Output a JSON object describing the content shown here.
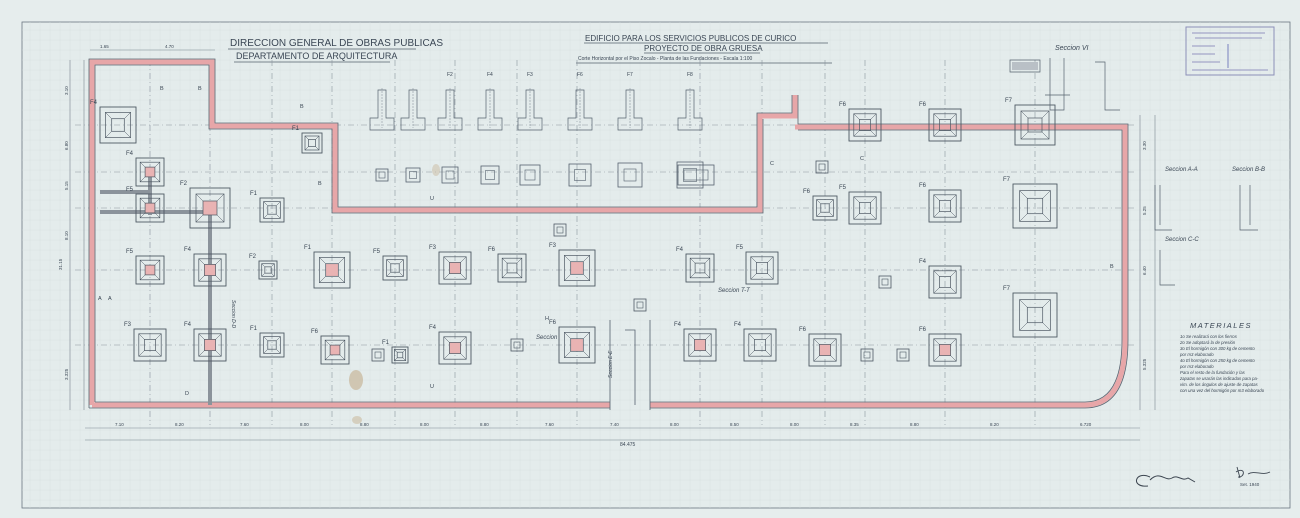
{
  "header_left": {
    "line1": "DIRECCION GENERAL DE OBRAS PUBLICAS",
    "line2": "DEPARTAMENTO DE ARQUITECTURA"
  },
  "header_center": {
    "line1": "EDIFICIO PARA LOS SERVICIOS PUBLICOS DE CURICO",
    "line2": "PROYECTO DE OBRA GRUESA",
    "line3": "Corte Horizontal por el Piso Zocalo - Planta de las Fundaciones - Escala 1:100"
  },
  "detail_labels": [
    "F2",
    "F4",
    "F3",
    "F6",
    "F7",
    "F8"
  ],
  "sections": {
    "vi": "Seccion VI",
    "aa": "Seccion A-A",
    "bb": "Seccion B-B",
    "cc": "Seccion C-C",
    "tt": "Seccion T-T",
    "dd": "Seccion D-D",
    "ee": "Seccion E-E",
    "generic": "Seccion"
  },
  "footing_labels": [
    "F4",
    "F1",
    "F6",
    "F6",
    "F7",
    "F4",
    "F5",
    "F2",
    "F1",
    "F5",
    "F6",
    "F7",
    "F5",
    "F4",
    "F2",
    "F1",
    "F5",
    "F3",
    "F6",
    "F3",
    "F4",
    "F5",
    "F6",
    "F4",
    "F7",
    "F3",
    "F4",
    "F1",
    "F6",
    "F1",
    "F4",
    "F6",
    "F4",
    "F4",
    "F6",
    "F6"
  ],
  "grid_marks": [
    "B",
    "B",
    "B",
    "B",
    "A",
    "A",
    "C",
    "C",
    "U",
    "U",
    "H",
    "D",
    "B"
  ],
  "dimensions": {
    "bottom": [
      "7.10",
      "8.20",
      "7.60",
      "8.00",
      "8.80",
      "8.00",
      "8.80",
      "7.60",
      "7.40",
      "8.00",
      "8.50",
      "8.00",
      "8.35",
      "8.80",
      "8.20",
      "6.720"
    ],
    "total": "84.475",
    "top": [
      "1.65",
      "4.70"
    ],
    "left": [
      "3.10",
      "6.80",
      "5.15",
      "8.10",
      "3.325"
    ],
    "left_total": "31.15",
    "right": [
      "3.30",
      "5.25",
      "6.40",
      "5.325"
    ]
  },
  "materiales": {
    "title": "MATERIALES",
    "lines": [
      "1o Se realizará con los fierros",
      "2o Se adoptará la de presión",
      "3o El hormigón con 300 kg de cemento",
      "   por m3 elaborado",
      "4o El hormigón con 250 kg de cemento",
      "   por m3 elaborado",
      "Para el resto de la fundación y las",
      "zapatas se usarán las indicadas para pa-",
      "vim. de los ángulos de ajuste de zapatas",
      "con una vez del hormigón por m3 elaborado"
    ]
  },
  "stamp": "Archivo de Planos - Dirección de Arquitectura",
  "signatures": [
    "J. Claros V.",
    "A. Lorenzo",
    "Set. 1940"
  ],
  "colors": {
    "paper": "#e6eded",
    "ink": "#4a5662",
    "wall": "#e7a6a8"
  }
}
